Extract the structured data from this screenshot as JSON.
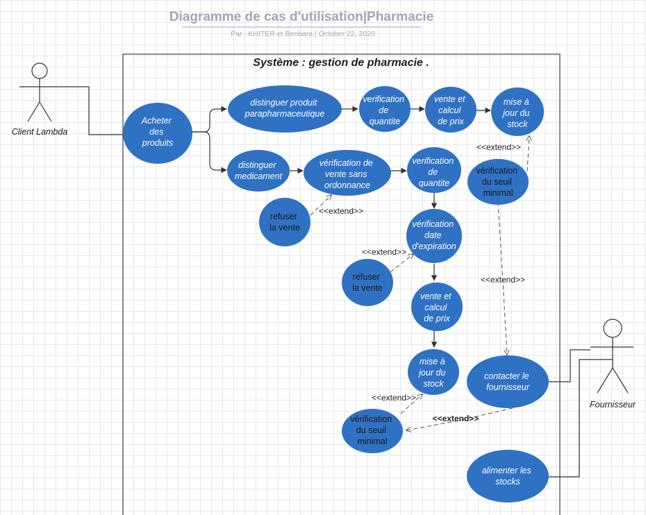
{
  "header": {
    "title": "Diagramme de cas d'utilisation|Pharmacie",
    "subtitle": "Par : KHITER et Benbara  |  October 22, 2020"
  },
  "system": {
    "label": "Système : gestion de pharmacie ."
  },
  "actors": {
    "client": "Client Lambda",
    "fournisseur": "Fournisseur"
  },
  "use_cases": {
    "acheter": [
      "Acheter",
      "des",
      "produits"
    ],
    "distinguer_para": [
      "distinguer produit",
      "parapharmaceutique"
    ],
    "verif_quantite_1": [
      "verification",
      "de",
      "quantite"
    ],
    "vente_calcul_1": [
      "vente et",
      "calcul",
      "de prix"
    ],
    "mise_a_jour_1": [
      "mise à",
      "jour du",
      "stock"
    ],
    "verif_seuil_1": [
      "vérification",
      "du seuil",
      "minimal"
    ],
    "distinguer_med": [
      "distinguer",
      "medicament"
    ],
    "verif_vente_ordo": [
      "vérification de",
      "vente sans",
      "ordonnance"
    ],
    "refuser_1": [
      "refuser",
      "la vente"
    ],
    "verif_quantite_2": [
      "verification",
      "de",
      "quantite"
    ],
    "verif_date": [
      "vérification",
      "date",
      "d'expiration"
    ],
    "refuser_2": [
      "refuser",
      "la vente"
    ],
    "vente_calcul_2": [
      "vente et",
      "calcul",
      "de prix"
    ],
    "mise_a_jour_2": [
      "mise à",
      "jour du",
      "stock"
    ],
    "contacter": [
      "contacter le",
      "fournisseur"
    ],
    "verif_seuil_2": [
      "vérification",
      "du seuil",
      "minimal"
    ],
    "alimenter": [
      "alimenter les",
      "stocks"
    ]
  },
  "extend_labels": {
    "e1": "<<extend>>",
    "e2": "<<extend>>",
    "e3": "<<extend>>",
    "e4": "<<extend>>",
    "e5": "<<extend>>",
    "e6": "<<extend>>"
  },
  "colors": {
    "use_case_fill": "#2f72c4",
    "title_color": "#a2a6b4",
    "line_color": "#333333"
  }
}
